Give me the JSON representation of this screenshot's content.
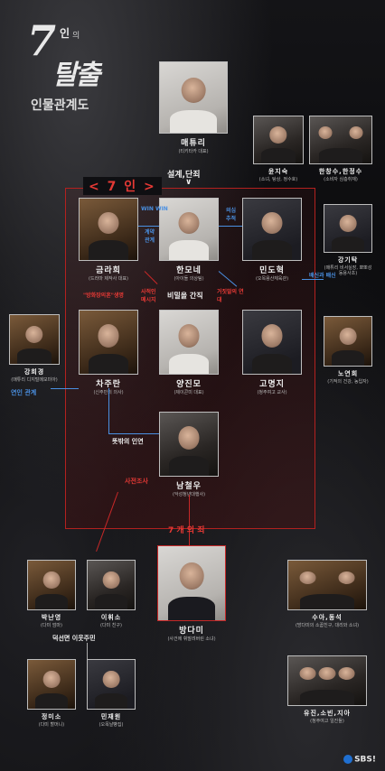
{
  "header": {
    "logo_seven": "7",
    "logo_in": "인",
    "logo_ui": "의",
    "logo_main": "탈출",
    "subtitle": "인물관계도"
  },
  "top_character": {
    "name": "매튜리",
    "desc": "(티키타카 대표)"
  },
  "top_arrow_label": "설계,단죄",
  "top_arrow_symbol": "∨",
  "seven_label": "< 7 인 >",
  "right_top_group1": {
    "name": "윤지숙",
    "desc": "(소녀, 탕상, 정수호)"
  },
  "right_top_group2": {
    "name": "한창수,한정수",
    "desc": "(소비자 심층취재)"
  },
  "seven": [
    {
      "name": "금라희",
      "desc": "(드라마 제작사 대표)"
    },
    {
      "name": "한모네",
      "desc": "(아이돌 의상팀)"
    },
    {
      "name": "민도혁",
      "desc": "(오목용산체육관)"
    },
    {
      "name": "차주란",
      "desc": "(신주민의 의사)"
    },
    {
      "name": "양진모",
      "desc": "(제이콘미 대표)"
    },
    {
      "name": "고명지",
      "desc": "(청주여고 교사)"
    },
    {
      "name": "남철우",
      "desc": "(악성청년대행사)"
    }
  ],
  "side_right": [
    {
      "name": "강기탁",
      "desc": "(매튜리 비서실장, 뽀뽀성동용사초)"
    },
    {
      "name": "노연희",
      "desc": "(기적의 건강, 농입자)"
    }
  ],
  "side_left": {
    "name": "강희경",
    "desc": "(매튜리 디지털메모미아)"
  },
  "relations": {
    "win_win": "WIN WIN",
    "contract": "계약관계",
    "suspect": "의심추적",
    "betrayal": "배신과 배신",
    "mutual_defeat": "사적인 메시지",
    "secret": "비밀을 간직",
    "lie_relation": "거짓말의 연대",
    "evil_scheme": "\"방화장의혼\"생명",
    "lover_relation": "연인 관계",
    "unexpected": "뜻밖의 인연",
    "fatal_bond": "사전조사",
    "seven_sins": "7 개 의 죄",
    "neighbors": "덕선면 이웃주민"
  },
  "victim": {
    "name": "방다미",
    "desc": "(사건에 휘말려버린 소녀)"
  },
  "bottom_left": [
    {
      "name": "박난영",
      "desc": "(다미 엄마)"
    },
    {
      "name": "이휘소",
      "desc": "(다미 친구)"
    },
    {
      "name": "정미소",
      "desc": "(다미 할머니)"
    },
    {
      "name": "민재원",
      "desc": "(오목날빵집)"
    }
  ],
  "bottom_right": [
    {
      "name": "수아,동석",
      "desc": "(방다미의 소꿉친구, 대리와 소녀)"
    },
    {
      "name": "유진,소빈,지아",
      "desc": "(청주여고 일진들)"
    }
  ],
  "broadcaster": "SBS!"
}
